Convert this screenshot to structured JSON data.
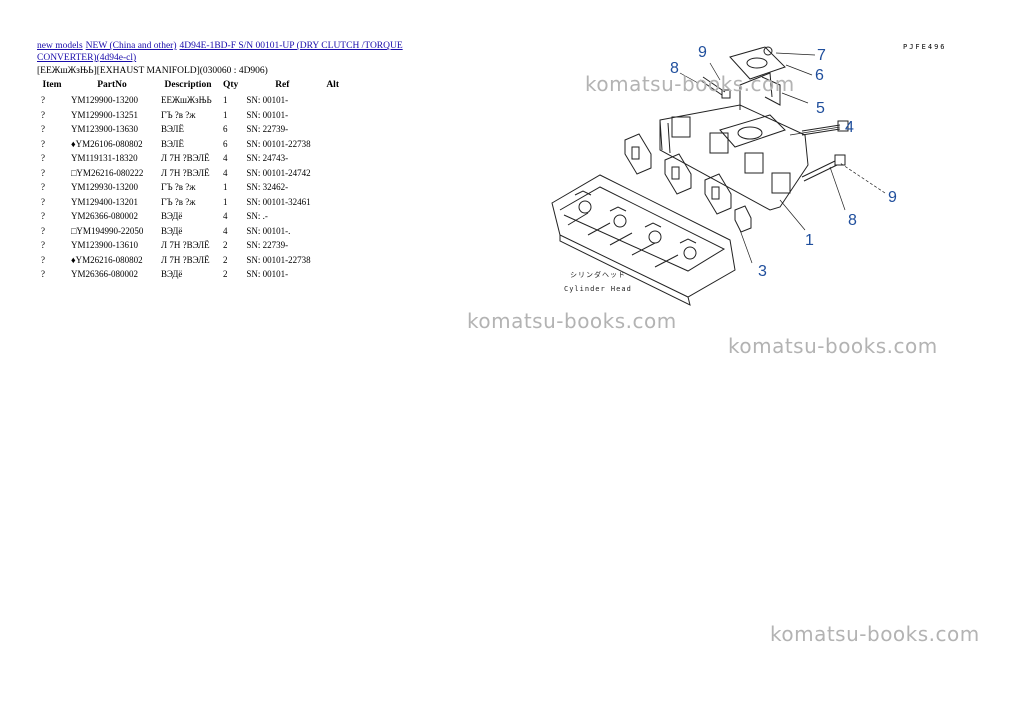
{
  "breadcrumb": {
    "links": [
      "new models",
      "NEW (China and other)",
      "4D94E-1BD-F S/N 00101-UP (DRY CLUTCH /TORQUE CONVERTER)(4d94e-cl)"
    ]
  },
  "page_heading": "[EEЖшЖзЊЬ][EXHAUST MANIFOLD](030060 : 4D906)",
  "table": {
    "headers": [
      "Item",
      "PartNo",
      "Description",
      "Qty",
      "Ref",
      "Alt"
    ],
    "rows": [
      {
        "item": "?",
        "part": "YM129900-13200",
        "desc": "EEЖшЖзЊЬ",
        "qty": "1",
        "ref": "SN: 00101-",
        "alt": ""
      },
      {
        "item": "?",
        "part": "YM129900-13251",
        "desc": "ГЪ ?в ?ж",
        "qty": "1",
        "ref": "SN: 00101-",
        "alt": ""
      },
      {
        "item": "?",
        "part": "YM123900-13630",
        "desc": "ВЭЛЁ",
        "qty": "6",
        "ref": "SN: 22739-",
        "alt": ""
      },
      {
        "item": "?",
        "part": "♦YM26106-080802",
        "desc": "ВЭЛЁ",
        "qty": "6",
        "ref": "SN: 00101-22738",
        "alt": ""
      },
      {
        "item": "?",
        "part": "YM119131-18320",
        "desc": "Л 7Н ?ВЭЛЁ",
        "qty": "4",
        "ref": "SN: 24743-",
        "alt": ""
      },
      {
        "item": "?",
        "part": "□YM26216-080222",
        "desc": "Л 7Н ?ВЭЛЁ",
        "qty": "4",
        "ref": "SN: 00101-24742",
        "alt": ""
      },
      {
        "item": "?",
        "part": "YM129930-13200",
        "desc": "ГЪ ?в ?ж",
        "qty": "1",
        "ref": "SN: 32462-",
        "alt": ""
      },
      {
        "item": "?",
        "part": "YM129400-13201",
        "desc": "ГЪ ?в ?ж",
        "qty": "1",
        "ref": "SN: 00101-32461",
        "alt": ""
      },
      {
        "item": "?",
        "part": "YM26366-080002",
        "desc": "ВЭДё",
        "qty": "4",
        "ref": "SN: .-",
        "alt": ""
      },
      {
        "item": "?",
        "part": "□YM194990-22050",
        "desc": "ВЭДё",
        "qty": "4",
        "ref": "SN: 00101-.",
        "alt": ""
      },
      {
        "item": "?",
        "part": "YM123900-13610",
        "desc": "Л 7Н ?ВЭЛЁ",
        "qty": "2",
        "ref": "SN: 22739-",
        "alt": ""
      },
      {
        "item": "?",
        "part": "♦YM26216-080802",
        "desc": "Л 7Н ?ВЭЛЁ",
        "qty": "2",
        "ref": "SN: 00101-22738",
        "alt": ""
      },
      {
        "item": "?",
        "part": "YM26366-080002",
        "desc": "ВЭДё",
        "qty": "2",
        "ref": "SN: 00101-",
        "alt": ""
      }
    ]
  },
  "diagram": {
    "figure_code": "PJFE496",
    "callouts": [
      "9",
      "8",
      "7",
      "6",
      "5",
      "4",
      "1",
      "8",
      "9",
      "3"
    ],
    "label_jp": "シリンダヘッド",
    "label_en": "Cylinder Head",
    "callout_color": "#1f4e9c"
  },
  "watermarks": [
    "komatsu-books.com",
    "komatsu-books.com",
    "komatsu-books.com",
    "komatsu-books.com"
  ]
}
